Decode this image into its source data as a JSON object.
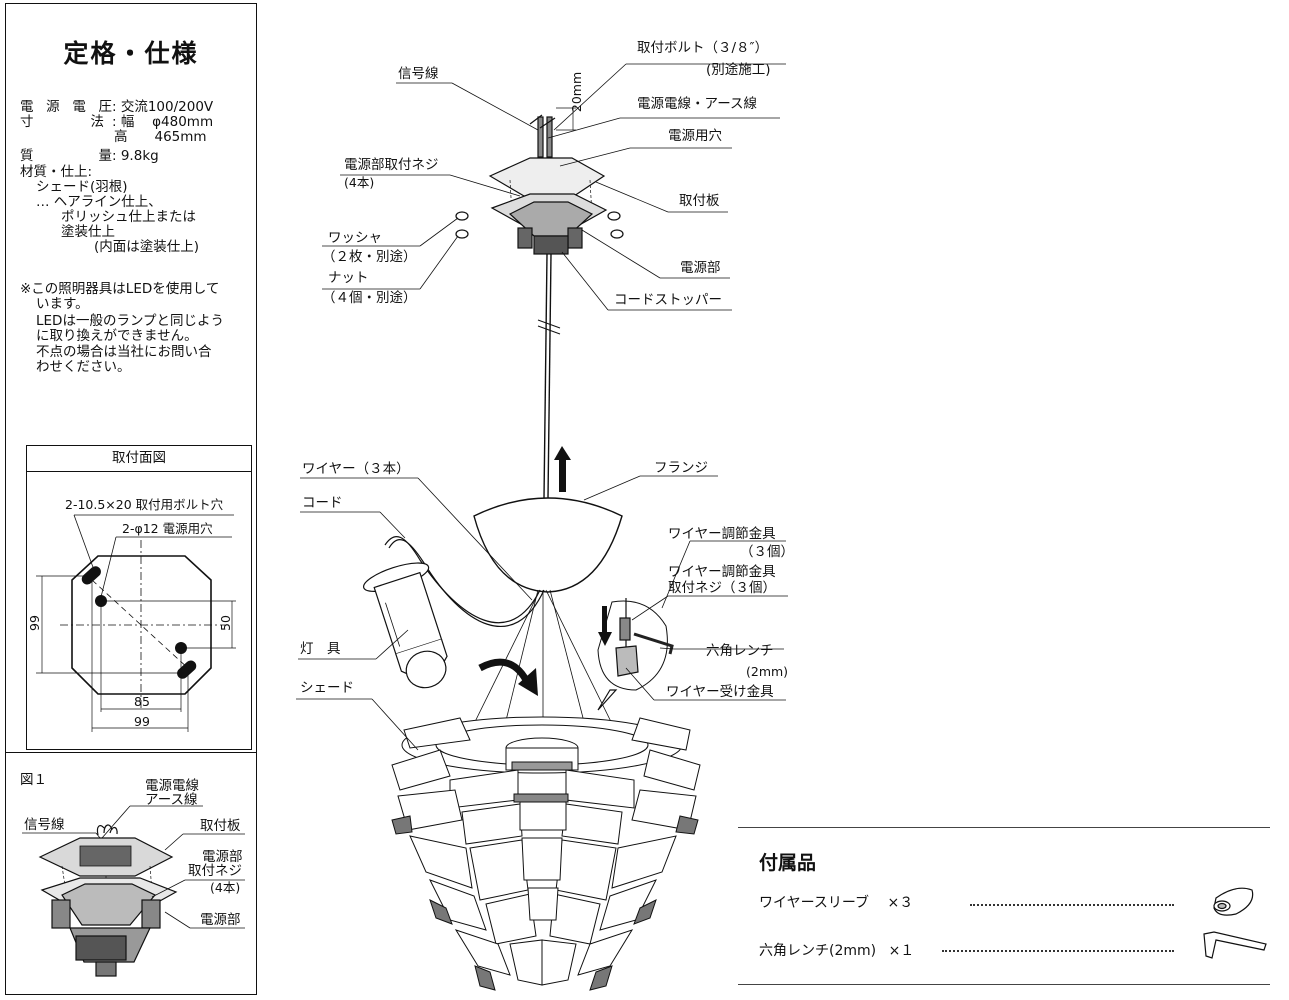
{
  "spec": {
    "title": "定格・仕様",
    "rows": [
      {
        "key": "電源電圧",
        "value": "交流100/200V"
      },
      {
        "key": "寸法",
        "value": "幅　 φ480mm"
      },
      {
        "key": "",
        "value": "高　　465mm"
      },
      {
        "key": "質量",
        "value": "9.8kg"
      },
      {
        "key": "材質・仕上",
        "value": ""
      }
    ],
    "material_lines": [
      "シェード(羽根)",
      "… ヘアライン仕上、",
      "ポリッシュ仕上または",
      "塗装仕上",
      "(内面は塗装仕上)"
    ],
    "led_note": [
      "※この照明器具はLEDを使用して",
      "います。",
      "LEDは一般のランプと同じよう",
      "に取り換えができません。",
      "不点の場合は当社にお問い合",
      "わせください。"
    ]
  },
  "mount": {
    "title": "取付面図",
    "bolt_hole": "2-10.5×20 取付用ボルト穴",
    "power_hole": "2-φ12 電源用穴",
    "dim_99_v": "99",
    "dim_50": "50",
    "dim_85": "85",
    "dim_99_h": "99"
  },
  "fig1": {
    "title": "図１",
    "power_wire": "電源電線",
    "earth_wire": "アース線",
    "signal_wire": "信号線",
    "mount_plate": "取付板",
    "screw_1": "電源部",
    "screw_2": "取付ネジ",
    "screw_3": "(4本)",
    "power_unit": "電源部"
  },
  "main": {
    "bolt": "取付ボルト（３/８″）",
    "bolt_sub": "(別途施工)",
    "signal_wire": "信号線",
    "dim_20mm": "20mm",
    "power_earth": "電源電線・アース線",
    "power_hole": "電源用穴",
    "screw": "電源部取付ネジ",
    "screw_sub": "(4本)",
    "mount_plate": "取付板",
    "washer": "ワッシャ",
    "washer_sub": "（２枚・別途）",
    "nut": "ナット",
    "nut_sub": "（４個・別途）",
    "power_unit": "電源部",
    "cord_stopper": "コードストッパー",
    "wire": "ワイヤー（３本）",
    "cord": "コード",
    "flange": "フランジ",
    "adjuster": "ワイヤー調節金具",
    "adjuster_sub": "（３個）",
    "adjuster_screw": "ワイヤー調節金具",
    "adjuster_screw_sub": "取付ネジ（３個）",
    "lamp": "灯　具",
    "hex_wrench": "六角レンチ",
    "hex_wrench_sub": "(2mm)",
    "shade": "シェード",
    "wire_receiver": "ワイヤー受け金具"
  },
  "accessories": {
    "title": "付属品",
    "items": [
      {
        "name": "ワイヤースリーブ",
        "qty": "×３",
        "icon": "wire-sleeve-icon"
      },
      {
        "name": "六角レンチ(2mm)",
        "qty": "×１",
        "icon": "hex-wrench-icon"
      }
    ]
  }
}
